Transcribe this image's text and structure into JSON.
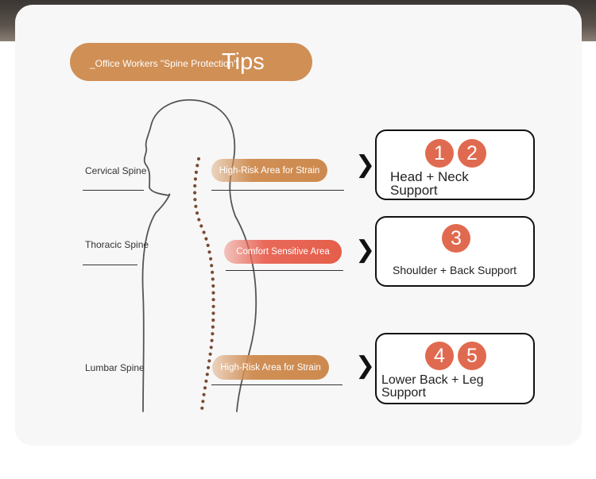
{
  "title": {
    "small": "_Office Workers \"Spine Protection\"",
    "big": "Tips"
  },
  "spine_labels": {
    "cervical": "Cervical Spine",
    "thoracic": "Thoracic Spine",
    "lumbar": "Lumbar Spine"
  },
  "risk_pills": {
    "cervical": "High-Risk Area for Strain",
    "thoracic": "Comfort Sensitive Area",
    "lumbar": "High-Risk Area for Strain"
  },
  "support_boxes": [
    {
      "numbers": [
        "1",
        "2"
      ],
      "label_line1": "Head + Neck",
      "label_line2": "Support"
    },
    {
      "numbers": [
        "3"
      ],
      "label": "Shoulder + Back Support"
    },
    {
      "numbers": [
        "4",
        "5"
      ],
      "label_line1": "Lower Back + Leg",
      "label_line2": "Support"
    }
  ],
  "colors": {
    "accent_orange": "#d08f55",
    "accent_red": "#e9695a",
    "badge_red": "#e06a4f",
    "spine_dots": "#7a4a32"
  }
}
